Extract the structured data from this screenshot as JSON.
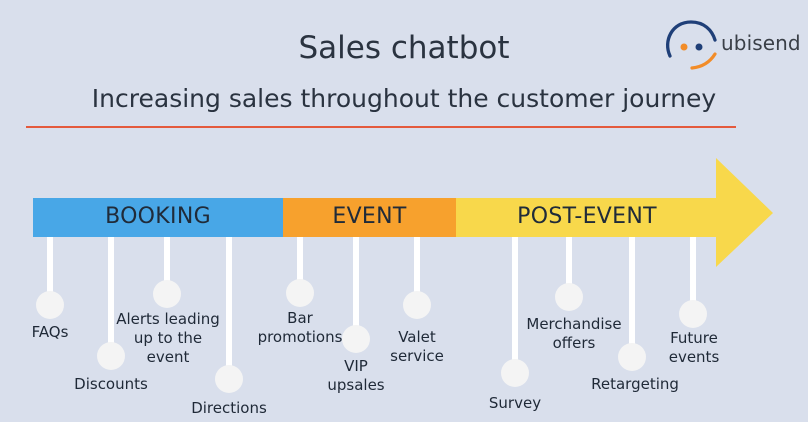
{
  "header": {
    "title": "Sales chatbot",
    "subtitle": "Increasing sales throughout the customer journey"
  },
  "brand": {
    "name": "ubisend"
  },
  "colors": {
    "background": "#d9dfec",
    "rule": "#e45a3d",
    "booking": "#48a7e7",
    "event": "#f7a12d",
    "post_event": "#f8d84b",
    "stem": "#ffffff",
    "node": "#f4f4f4",
    "text": "#222a36"
  },
  "timeline": {
    "phases": [
      {
        "id": "booking",
        "label": "BOOKING",
        "color": "#48a7e7"
      },
      {
        "id": "event",
        "label": "EVENT",
        "color": "#f7a12d"
      },
      {
        "id": "post_event",
        "label": "POST-EVENT",
        "color": "#f8d84b"
      }
    ],
    "items": [
      {
        "id": "faqs",
        "label": "FAQs"
      },
      {
        "id": "discounts",
        "label": "Discounts"
      },
      {
        "id": "alerts",
        "label": "Alerts leading\nup to the event"
      },
      {
        "id": "directions",
        "label": "Directions"
      },
      {
        "id": "bar_promotions",
        "label": "Bar\npromotions"
      },
      {
        "id": "vip_upsales",
        "label": "VIP\nupsales"
      },
      {
        "id": "valet_service",
        "label": "Valet\nservice"
      },
      {
        "id": "survey",
        "label": "Survey"
      },
      {
        "id": "merchandise_offers",
        "label": "Merchandise\noffers"
      },
      {
        "id": "retargeting",
        "label": "Retargeting"
      },
      {
        "id": "future_events",
        "label": "Future\nevents"
      }
    ]
  }
}
